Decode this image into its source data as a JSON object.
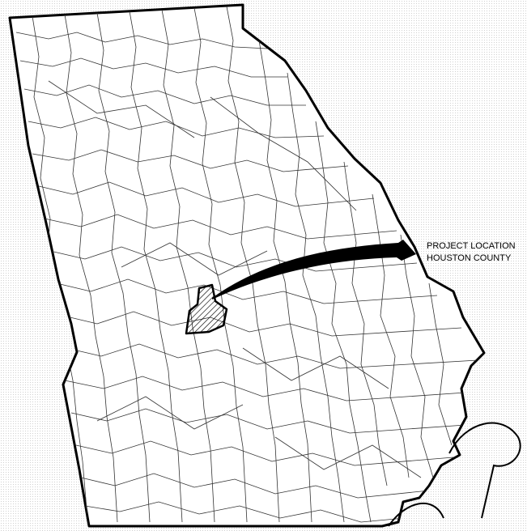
{
  "callout": {
    "line1": "PROJECT LOCATION",
    "line2": "HOUSTON COUNTY"
  },
  "colors": {
    "state_fill": "#ffffff",
    "outline": "#000000",
    "county_lines": "#333333",
    "arrow": "#000000",
    "highlight_hatch": "#000000"
  },
  "highlighted_region": "Houston County"
}
